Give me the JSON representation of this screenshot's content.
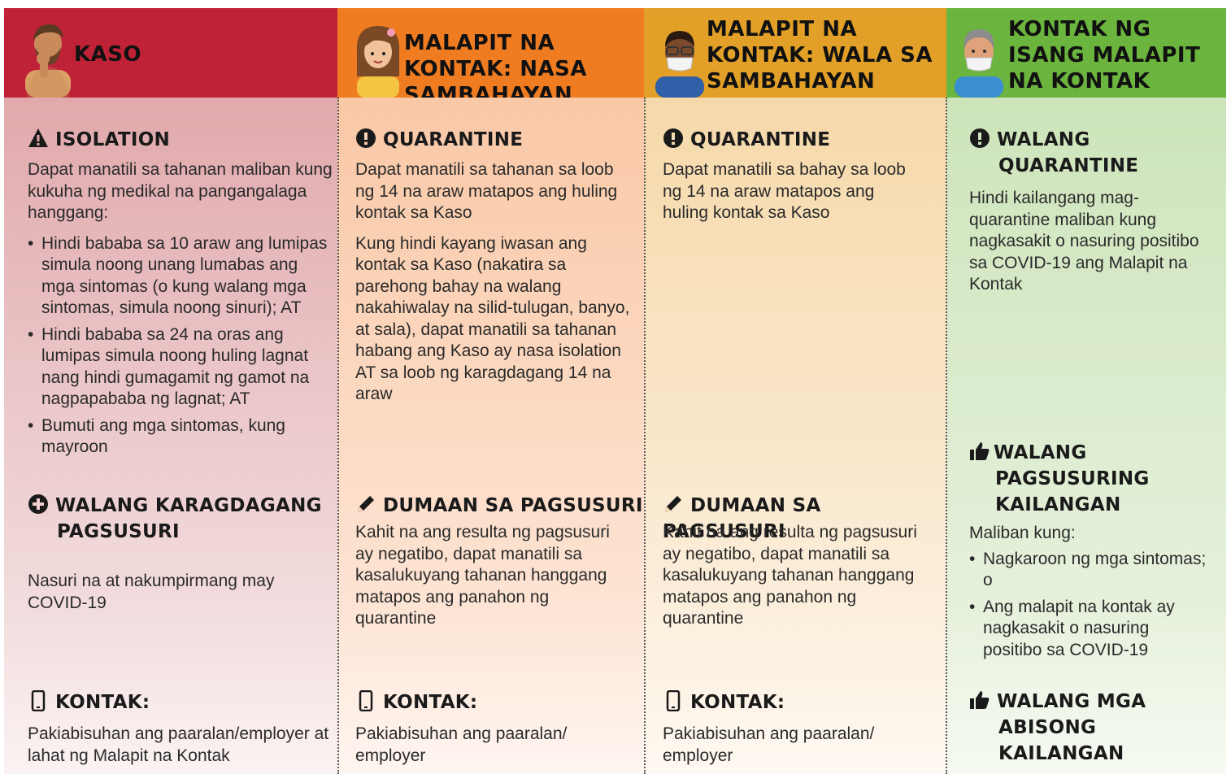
{
  "columns": [
    {
      "title": "KASO",
      "isolation": {
        "heading": "ISOLATION",
        "intro": "Dapat manatili sa tahanan maliban kung kukuha ng medikal na pangangalaga hanggang:",
        "bullets": [
          "Hindi bababa sa 10 araw ang lumipas simula noong unang lumabas ang mga sintomas (o kung walang mga sintomas, simula noong sinuri); AT",
          "Hindi bababa sa 24 na oras ang lumipas simula noong huling lagnat nang hindi gumagamit ng gamot na nagpapababa ng lagnat; AT",
          "Bumuti ang mga sintomas, kung mayroon"
        ]
      },
      "testing": {
        "heading": "WALANG KARAGDAGANG PAGSUSURI",
        "text": "Nasuri na at nakumpirmang may COVID-19"
      },
      "contact": {
        "heading": "KONTAK:",
        "text": "Pakiabisuhan ang paaralan/employer at lahat ng Malapit na Kontak"
      }
    },
    {
      "title": "MALAPIT NA KONTAK: NASA SAMBAHAYAN",
      "quarantine": {
        "heading": "QUARANTINE",
        "text1": "Dapat manatili sa tahanan sa loob ng 14 na araw matapos ang huling kontak sa Kaso",
        "text2": "Kung hindi kayang iwasan ang kontak sa Kaso (nakatira sa parehong bahay na walang nakahiwalay na silid-tulugan, banyo, at sala), dapat manatili sa tahanan habang ang Kaso ay nasa isolation AT sa loob ng karagdagang 14 na araw"
      },
      "testing": {
        "heading": "DUMAAN SA PAGSUSURI",
        "text": "Kahit na ang resulta ng pagsusuri ay negatibo, dapat manatili sa kasalukuyang tahanan hanggang matapos ang panahon ng quarantine"
      },
      "contact": {
        "heading": "KONTAK:",
        "text": "Pakiabisuhan ang paaralan/ employer"
      }
    },
    {
      "title": "MALAPIT NA KONTAK: WALA SA SAMBAHAYAN",
      "quarantine": {
        "heading": "QUARANTINE",
        "text": "Dapat manatili sa bahay sa loob ng 14 na araw matapos ang huling kontak sa Kaso"
      },
      "testing": {
        "heading": "DUMAAN SA PAGSUSURI",
        "text": "Kahit na ang resulta ng pagsusuri ay negatibo, dapat manatili sa kasalukuyang tahanan hanggang matapos ang panahon ng quarantine"
      },
      "contact": {
        "heading": "KONTAK:",
        "text": "Pakiabisuhan ang paaralan/ employer"
      }
    },
    {
      "title": "KONTAK NG ISANG MALAPIT NA KONTAK",
      "quarantine": {
        "heading": "WALANG QUARANTINE",
        "text": "Hindi kailangang mag-quarantine maliban kung nagkasakit o nasuring positibo sa COVID-19 ang Malapit na Kontak"
      },
      "testing": {
        "heading": "WALANG PAGSUSURING KAILANGAN",
        "intro": "Maliban kung:",
        "bullets": [
          "Nagkaroon ng mga sintomas; o",
          "Ang malapit na kontak ay nagkasakit o nasuring positibo sa COVID-19"
        ]
      },
      "notice": {
        "heading": "WALANG MGA ABISONG KAILANGAN"
      }
    }
  ],
  "colors": {
    "col1_header": "#bf2237",
    "col1_body": "#e1a9ac",
    "col2_header": "#f07c22",
    "col2_body": "#f9caa8",
    "col3_header": "#e2a028",
    "col3_body": "#f6dcb0",
    "col4_header": "#6bb43e",
    "col4_body": "#cfe5bd"
  },
  "icons": [
    "warning-icon",
    "exclamation-icon",
    "plus-icon",
    "pencil-icon",
    "phone-icon",
    "thumbs-up-icon"
  ]
}
